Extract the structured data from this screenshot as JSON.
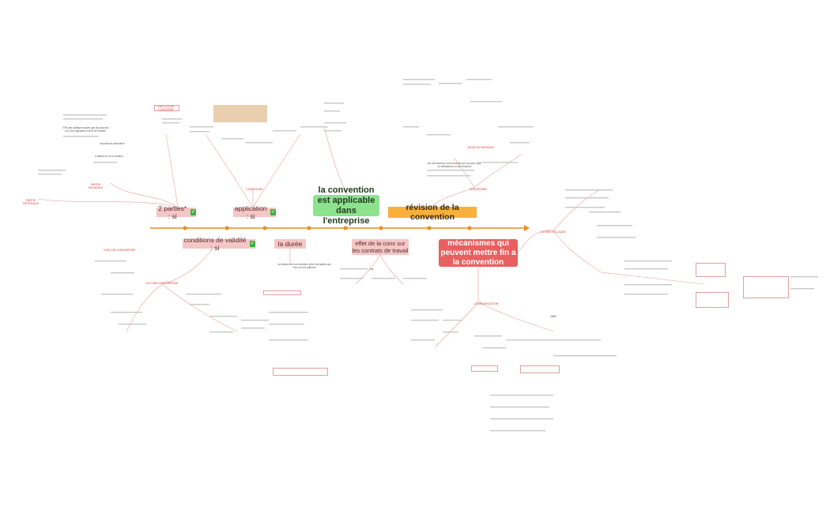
{
  "colors": {
    "green": "#8de28d",
    "orange": "#f8b03a",
    "pink": "#f4c6c6",
    "red": "#e86060",
    "timeline": "#f28a1e",
    "line": "#e7a0a0"
  },
  "main_title": "la convention est applicable dans l'entreprise",
  "nodes": {
    "parties": "2 parties* : si",
    "application": "application : si",
    "revision": "révision de la convention",
    "conditions": "conditions de validité : si",
    "duree": "la durée",
    "effet": "effet de la conv sur les contrats de travail",
    "mecanismes": "mécanismes qui peuvent mettre fin a la convention"
  },
  "labels": {
    "conditions_upper": "CONDITIONS",
    "mode_revision": "MODE DE RÉVISION",
    "procedure": "PROCÉDURE",
    "contenu": "CONT DE L'ENTREPRISE",
    "accord": "ACCORD D'ENTREPRISE",
    "denonciation": "LA DÉNONCIATION",
    "mise_en_cause": "LA MISE EN CAUSE",
    "employeur": "EMPLOYEUR CONCERNÉ",
    "partie_salariale": "PARTIE SALARIALE",
    "partie_patronale": "PARTIE PATRONALE"
  },
  "small_texts": {
    "conventions_text": "les conventions et les accords qui ont pour objet la vérifications ou de revisions",
    "effet_text": "la révision de la convention entre les parties qui l'ont ou l'ont adhérée",
    "parties_text": "70% des collèges expirés par les accords ou d'une signature à la fin de l'année",
    "accords_text": "accords de prévention",
    "a_defaut": "à défaut ou de la revision",
    "effets_label": "effets",
    "voir": "voir"
  }
}
